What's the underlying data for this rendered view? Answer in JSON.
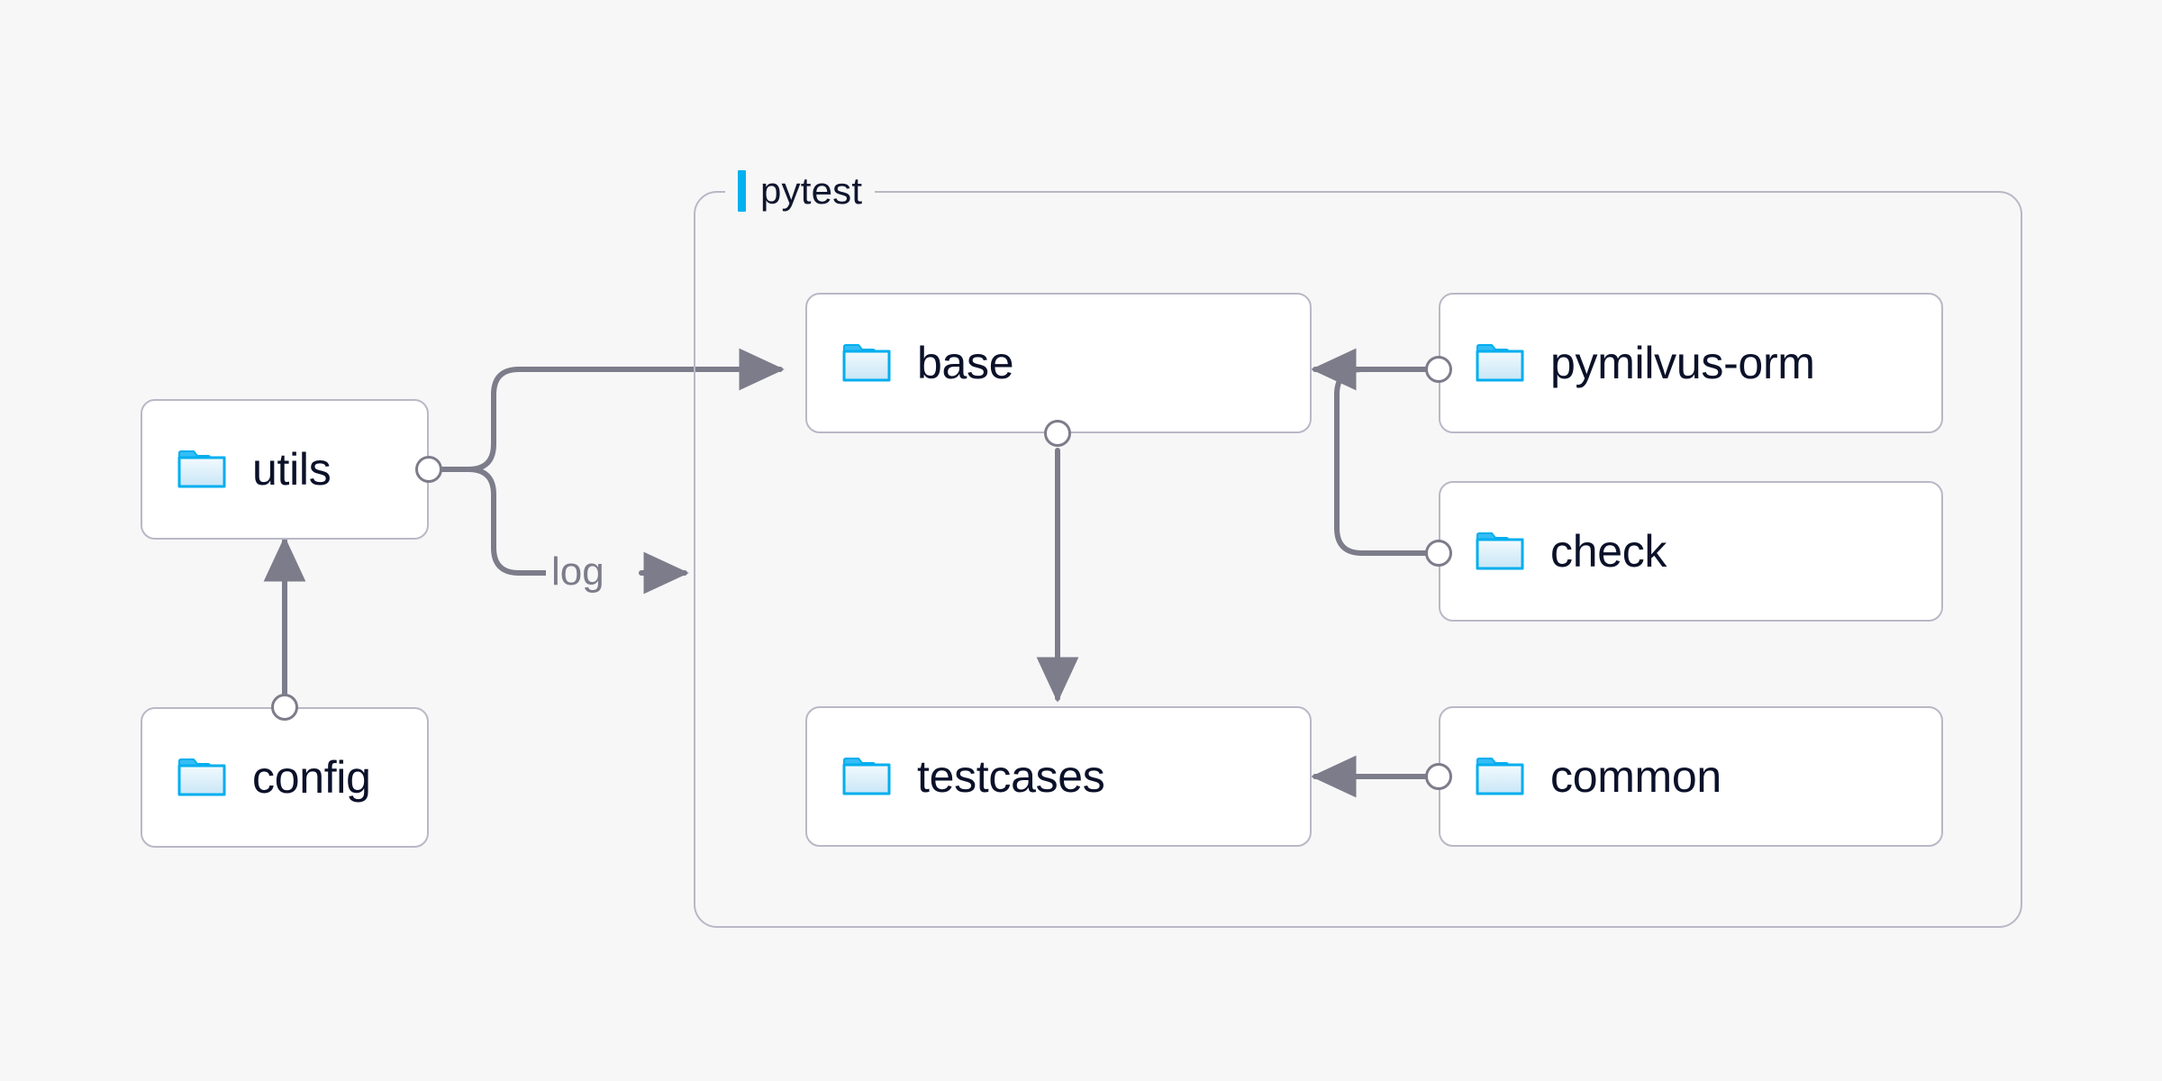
{
  "background": "#f7f7f8",
  "colors": {
    "accent": "#00b0f0",
    "node_border": "#b9b8c6",
    "node_fill": "#ffffff",
    "edge": "#7c7c8a",
    "text": "#0b1129",
    "muted_text": "#7c7c8a",
    "folder_outline": "#00aeef",
    "folder_fill": "#dff0fa"
  },
  "group": {
    "name": "pytest-group",
    "label": "pytest"
  },
  "nodes": [
    {
      "id": "utils",
      "label": "utils",
      "icon": "folder-icon"
    },
    {
      "id": "config",
      "label": "config",
      "icon": "folder-icon"
    },
    {
      "id": "base",
      "label": "base",
      "icon": "folder-icon"
    },
    {
      "id": "testcases",
      "label": "testcases",
      "icon": "folder-icon"
    },
    {
      "id": "pymilvus-orm",
      "label": "pymilvus-orm",
      "icon": "folder-icon"
    },
    {
      "id": "check",
      "label": "check",
      "icon": "folder-icon"
    },
    {
      "id": "common",
      "label": "common",
      "icon": "folder-icon"
    }
  ],
  "edges": [
    {
      "id": "config-to-utils",
      "from": "config",
      "to": "utils",
      "label": ""
    },
    {
      "id": "utils-to-base",
      "from": "utils",
      "to": "base",
      "label": ""
    },
    {
      "id": "utils-to-pytest-log",
      "from": "utils",
      "to": "pytest",
      "label": "log"
    },
    {
      "id": "base-to-testcases",
      "from": "base",
      "to": "testcases",
      "label": ""
    },
    {
      "id": "pymilvus-orm-to-base",
      "from": "pymilvus-orm",
      "to": "base",
      "label": ""
    },
    {
      "id": "check-to-base",
      "from": "check",
      "to": "base",
      "label": ""
    },
    {
      "id": "common-to-testcases",
      "from": "common",
      "to": "testcases",
      "label": ""
    }
  ],
  "edge_labels": {
    "log": "log"
  }
}
